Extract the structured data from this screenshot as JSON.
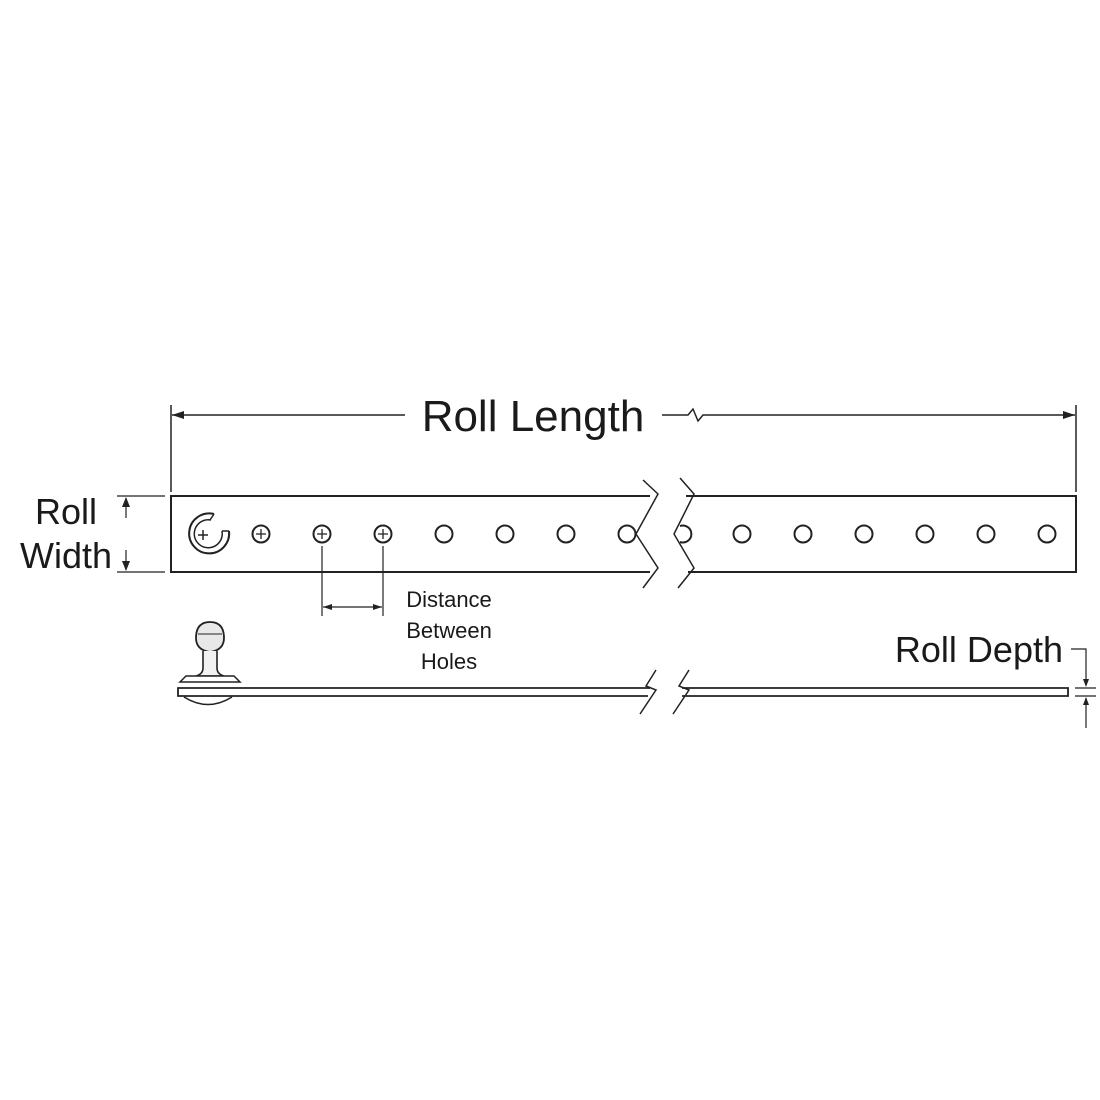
{
  "labels": {
    "roll_length": "Roll Length",
    "roll_width_line1": "Roll",
    "roll_width_line2": "Width",
    "distance_line1": "Distance",
    "distance_line2": "Between",
    "distance_line3": "Holes",
    "roll_depth": "Roll Depth"
  },
  "colors": {
    "ink": "#222222",
    "background": "#ffffff",
    "bulb_fill": "#e8e8e8"
  },
  "strap": {
    "left_holes_with_cross": 3,
    "plain_holes_before_break": 4,
    "plain_holes_after_break": 6
  }
}
